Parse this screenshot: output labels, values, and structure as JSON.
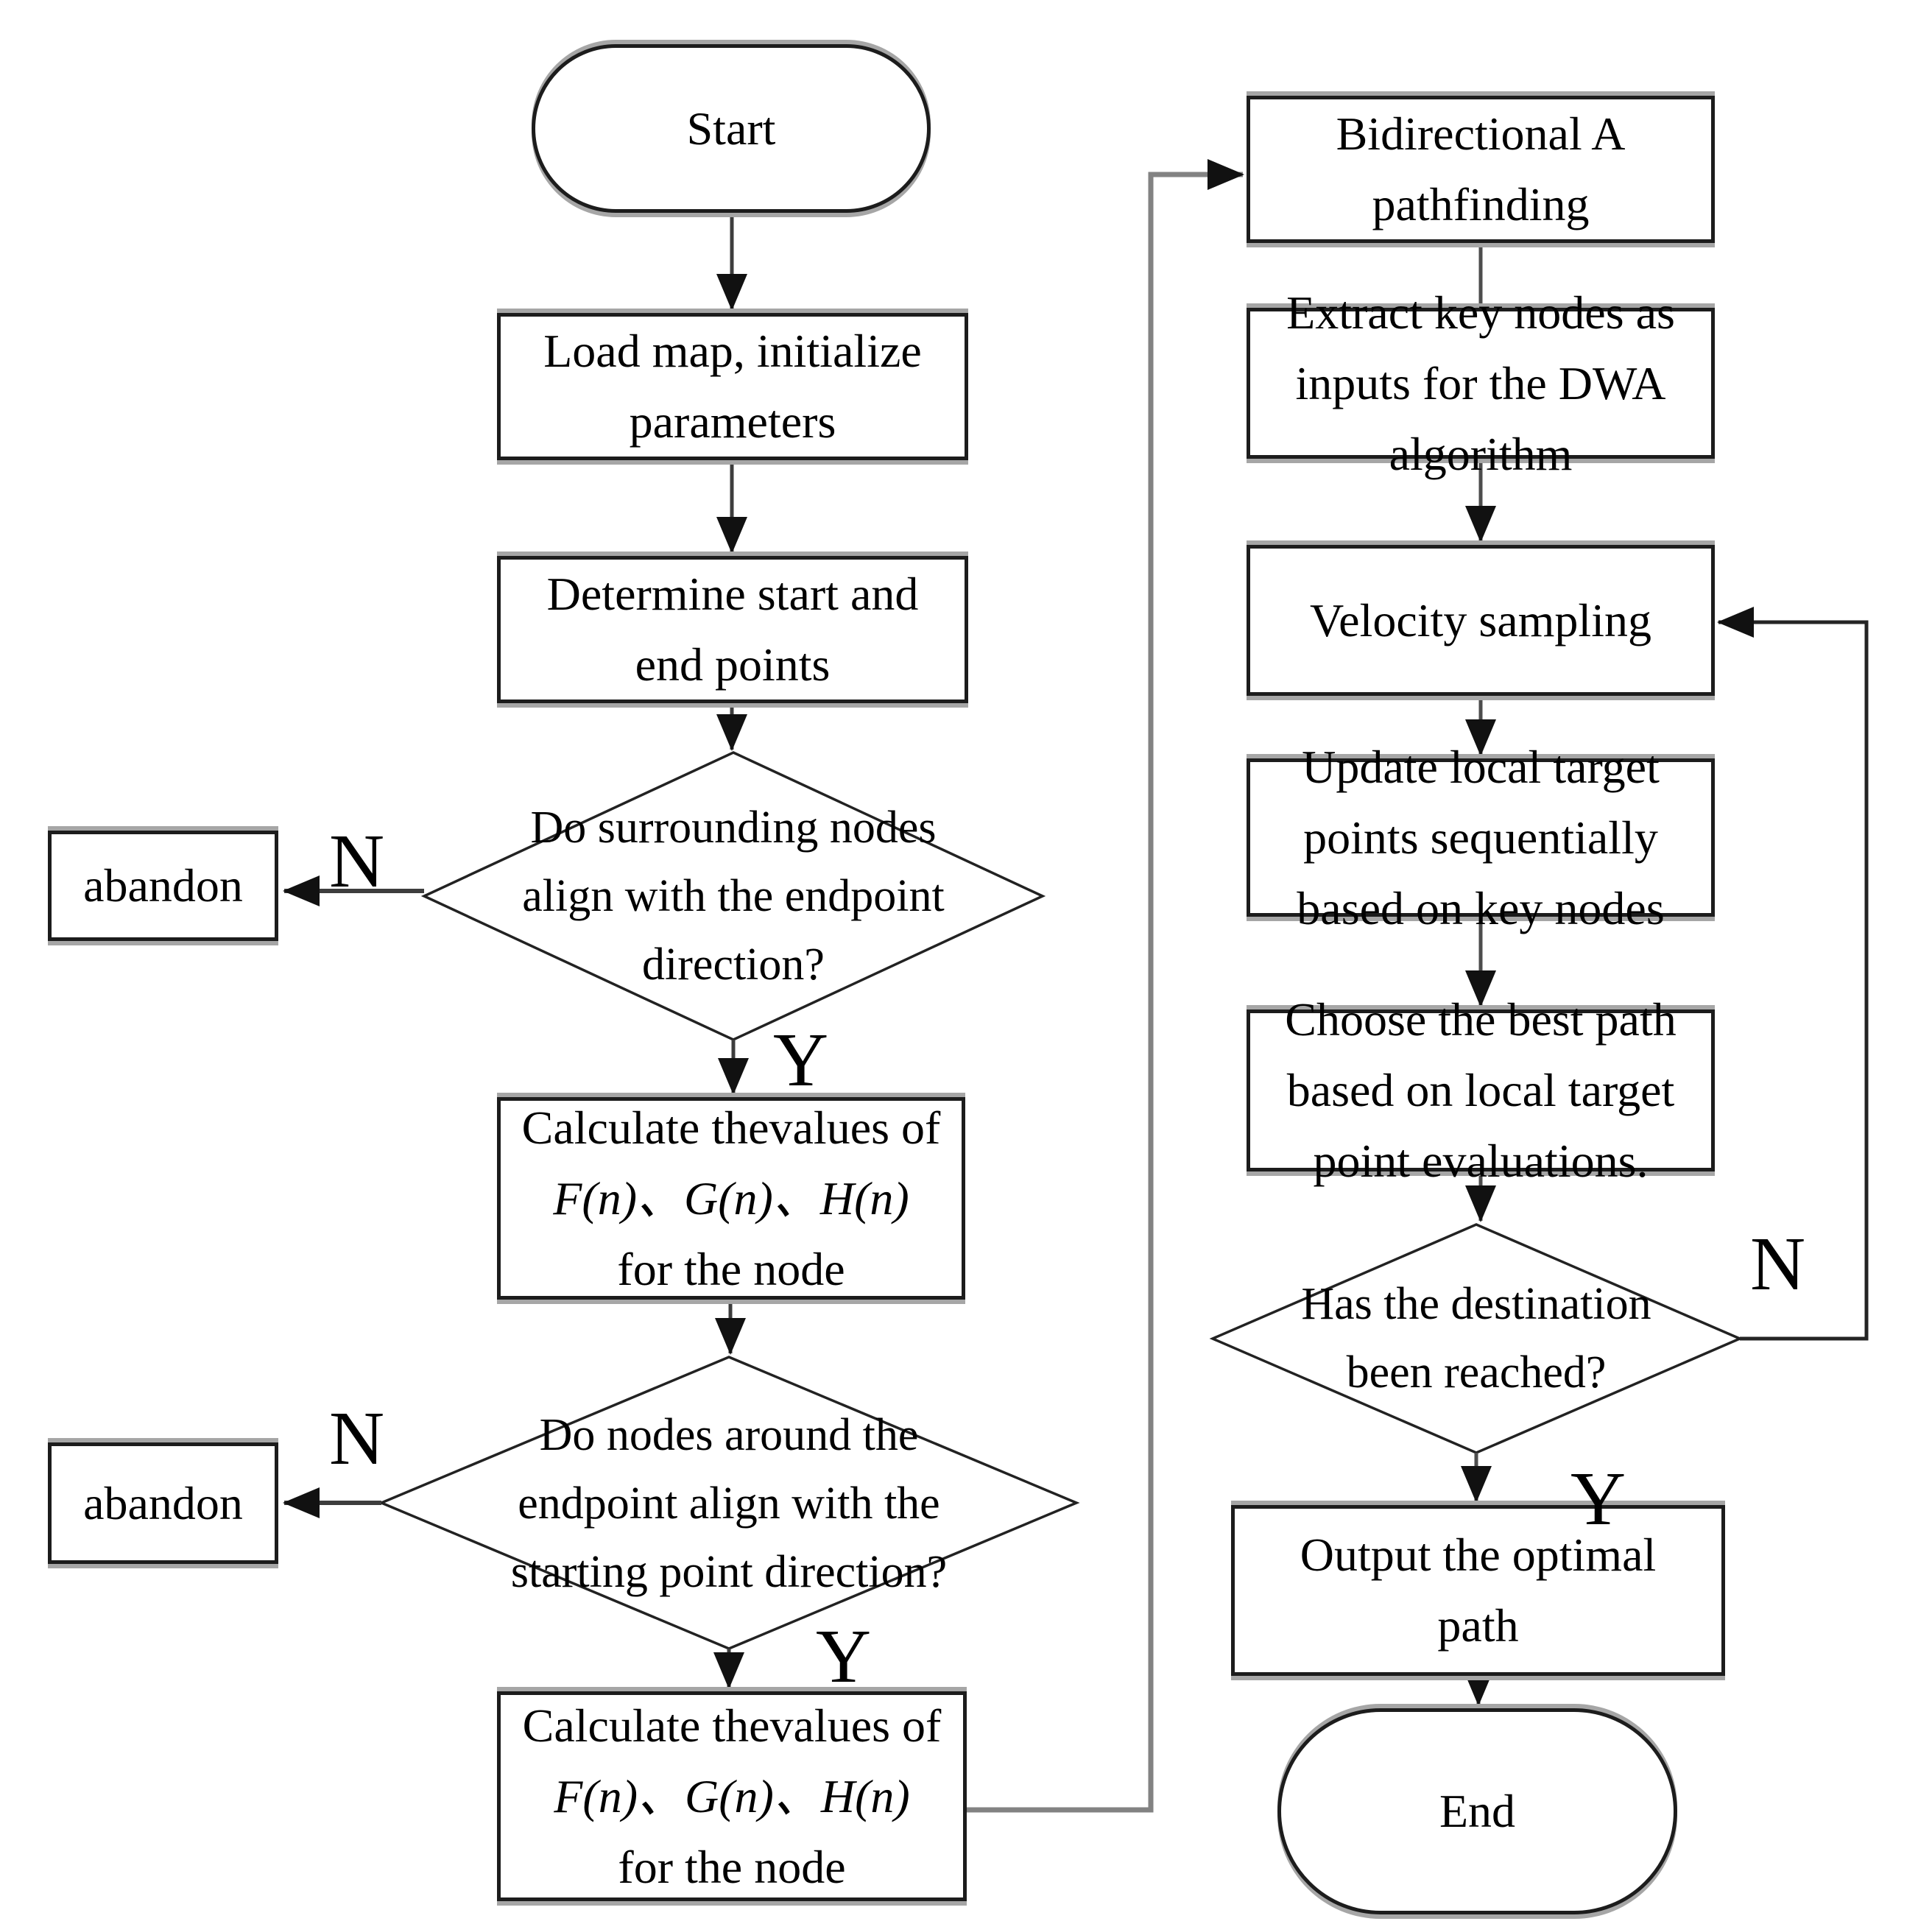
{
  "flowchart": {
    "nodes": {
      "start": {
        "type": "terminator",
        "label": "Start"
      },
      "load_map": {
        "type": "process",
        "label": "Load map, initialize parameters"
      },
      "determine": {
        "type": "process",
        "label": "Determine start and end points"
      },
      "decision1": {
        "type": "decision",
        "label": "Do surrounding nodes align with the endpoint direction?"
      },
      "abandon1": {
        "type": "process",
        "label": "abandon"
      },
      "calc1": {
        "type": "process",
        "lines": [
          "Calculate thevalues of",
          "F(n)、G(n)、H(n)",
          "for the node"
        ]
      },
      "decision2": {
        "type": "decision",
        "label": "Do nodes around the endpoint align with the starting point direction?"
      },
      "abandon2": {
        "type": "process",
        "label": "abandon"
      },
      "calc2": {
        "type": "process",
        "lines": [
          "Calculate thevalues of",
          "F(n)、G(n)、H(n)",
          "for the node"
        ]
      },
      "bidirectional": {
        "type": "process",
        "label": "Bidirectional A pathfinding"
      },
      "extract": {
        "type": "process",
        "label": "Extract key nodes as inputs for the DWA algorithm"
      },
      "velocity": {
        "type": "process",
        "label": "Velocity sampling"
      },
      "update": {
        "type": "process",
        "label": "Update local target points sequentially based on key nodes"
      },
      "choose": {
        "type": "process",
        "label": "Choose the best path based on local target point evaluations."
      },
      "decision3": {
        "type": "decision",
        "label": "Has the destination been reached?"
      },
      "output": {
        "type": "process",
        "label": "Output the optimal path"
      },
      "end": {
        "type": "terminator",
        "label": "End"
      }
    },
    "branch_labels": {
      "yes": "Y",
      "no": "N"
    },
    "edges": [
      {
        "from": "start",
        "to": "load_map"
      },
      {
        "from": "load_map",
        "to": "determine"
      },
      {
        "from": "determine",
        "to": "decision1"
      },
      {
        "from": "decision1",
        "to": "abandon1",
        "label": "N"
      },
      {
        "from": "decision1",
        "to": "calc1",
        "label": "Y"
      },
      {
        "from": "calc1",
        "to": "decision2"
      },
      {
        "from": "decision2",
        "to": "abandon2",
        "label": "N"
      },
      {
        "from": "decision2",
        "to": "calc2",
        "label": "Y"
      },
      {
        "from": "calc2",
        "to": "bidirectional"
      },
      {
        "from": "bidirectional",
        "to": "extract"
      },
      {
        "from": "extract",
        "to": "velocity"
      },
      {
        "from": "velocity",
        "to": "update"
      },
      {
        "from": "update",
        "to": "choose"
      },
      {
        "from": "choose",
        "to": "decision3"
      },
      {
        "from": "decision3",
        "to": "velocity",
        "label": "N"
      },
      {
        "from": "decision3",
        "to": "output",
        "label": "Y"
      },
      {
        "from": "output",
        "to": "end"
      }
    ],
    "colors": {
      "background": "#ffffff",
      "box_border": "#1c1c1c",
      "connector": "#6e6e6e",
      "text": "#000000"
    }
  }
}
